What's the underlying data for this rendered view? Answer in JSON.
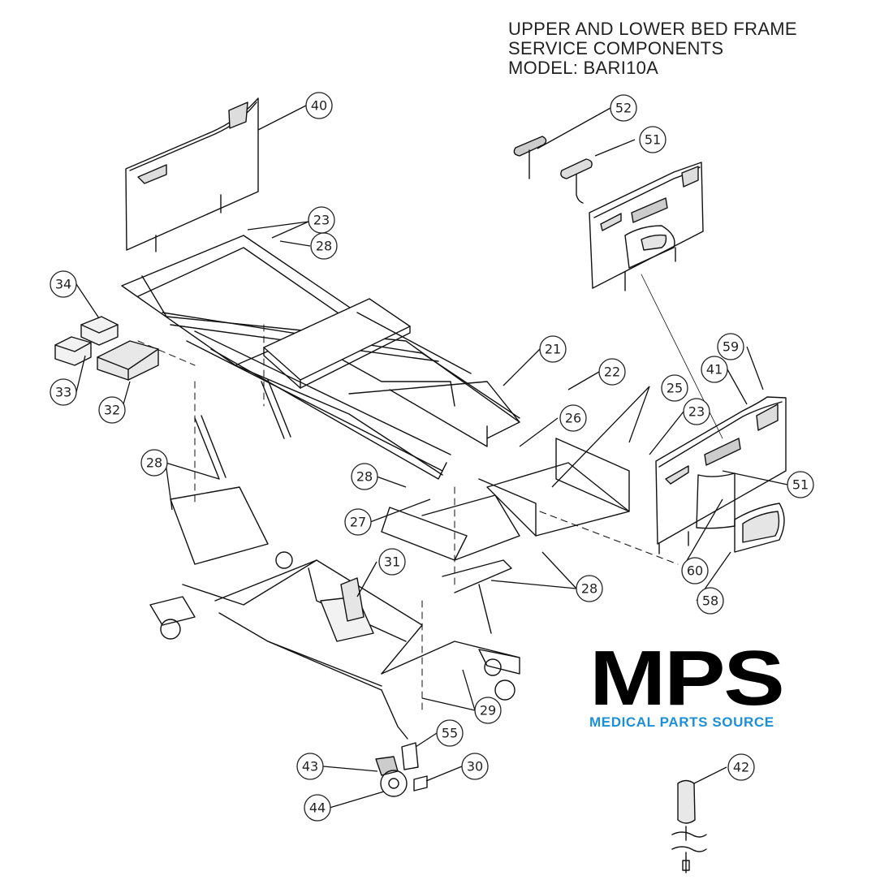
{
  "title": {
    "line1": "UPPER AND LOWER BED FRAME",
    "line2": "SERVICE COMPONENTS",
    "line3": "MODEL: BARI10A"
  },
  "logo": {
    "name": "MPS",
    "tagline": "MEDICAL PARTS SOURCE",
    "tagline_color": "#1d8fd6"
  },
  "callouts": [
    {
      "id": "c40",
      "label": "40"
    },
    {
      "id": "c52",
      "label": "52"
    },
    {
      "id": "c51a",
      "label": "51"
    },
    {
      "id": "c23a",
      "label": "23"
    },
    {
      "id": "c28a",
      "label": "28"
    },
    {
      "id": "c34",
      "label": "34"
    },
    {
      "id": "c21",
      "label": "21"
    },
    {
      "id": "c22",
      "label": "22"
    },
    {
      "id": "c59",
      "label": "59"
    },
    {
      "id": "c41",
      "label": "41"
    },
    {
      "id": "c25",
      "label": "25"
    },
    {
      "id": "c23b",
      "label": "23"
    },
    {
      "id": "c26",
      "label": "26"
    },
    {
      "id": "c33",
      "label": "33"
    },
    {
      "id": "c32",
      "label": "32"
    },
    {
      "id": "c28b",
      "label": "28"
    },
    {
      "id": "c28c",
      "label": "28"
    },
    {
      "id": "c51b",
      "label": "51"
    },
    {
      "id": "c27",
      "label": "27"
    },
    {
      "id": "c31",
      "label": "31"
    },
    {
      "id": "c60",
      "label": "60"
    },
    {
      "id": "c28d",
      "label": "28"
    },
    {
      "id": "c58",
      "label": "58"
    },
    {
      "id": "c29",
      "label": "29"
    },
    {
      "id": "c55",
      "label": "55"
    },
    {
      "id": "c30",
      "label": "30"
    },
    {
      "id": "c43",
      "label": "43"
    },
    {
      "id": "c42",
      "label": "42"
    },
    {
      "id": "c44",
      "label": "44"
    }
  ]
}
